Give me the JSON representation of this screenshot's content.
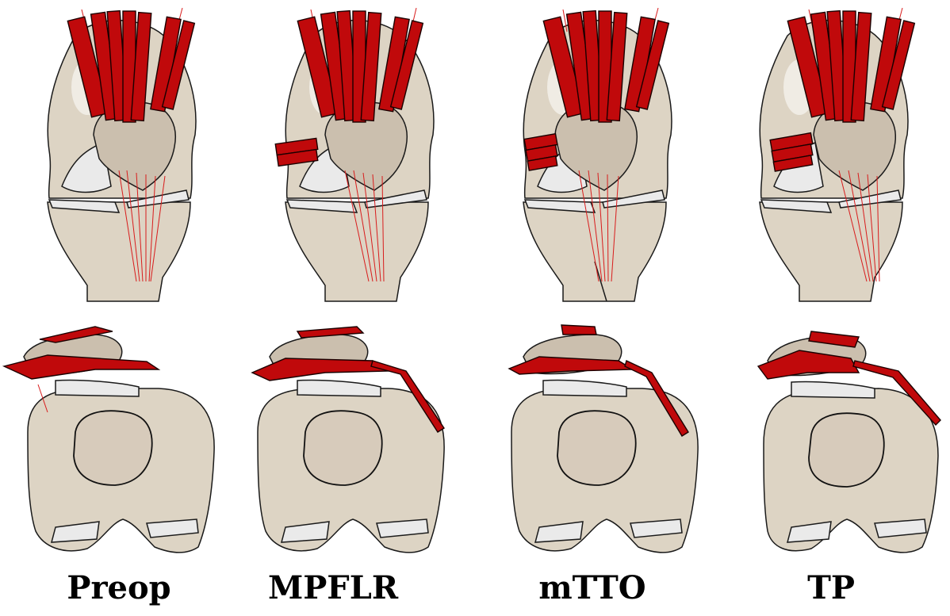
{
  "labels": [
    "Preop",
    "MPFLR",
    "mTTO",
    "TP"
  ],
  "colors": {
    "bone": "#ddd4c4",
    "cartilage": "#eaeaea",
    "muscle": "#c0090b",
    "tendon": "#d81c1c",
    "background": "#ffffff"
  }
}
